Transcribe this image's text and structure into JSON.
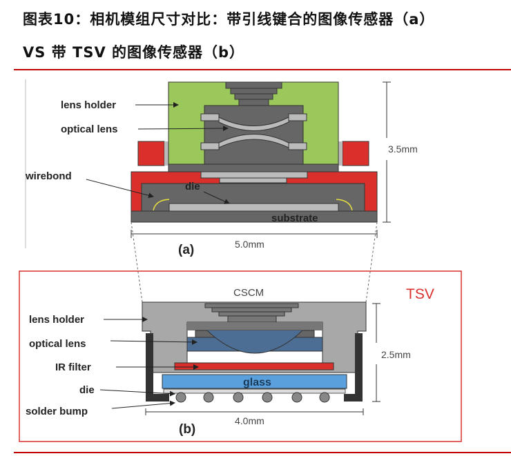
{
  "title": {
    "line1": "图表10：相机模组尺寸对比：带引线键合的图像传感器（a）",
    "line2": "VS 带 TSV 的图像传感器（b）"
  },
  "diagram_a": {
    "labels": {
      "lens_holder": "lens holder",
      "optical_lens": "optical lens",
      "wirebond": "wirebond",
      "die": "die",
      "substrate": "substrate"
    },
    "height": "3.5mm",
    "width": "5.0mm",
    "caption": "(a)"
  },
  "diagram_b": {
    "labels": {
      "lens_holder": "lens holder",
      "optical_lens": "optical lens",
      "ir_filter": "IR filter",
      "die": "die",
      "solder_bump": "solder bump",
      "glass": "glass"
    },
    "name": "CSCM",
    "tag": "TSV",
    "height": "2.5mm",
    "width": "4.0mm",
    "caption": "(b)"
  },
  "colors": {
    "accent": "#c00000",
    "holder_green": "#9bc85a",
    "red": "#d9302c",
    "glass": "#5aa0dc"
  }
}
